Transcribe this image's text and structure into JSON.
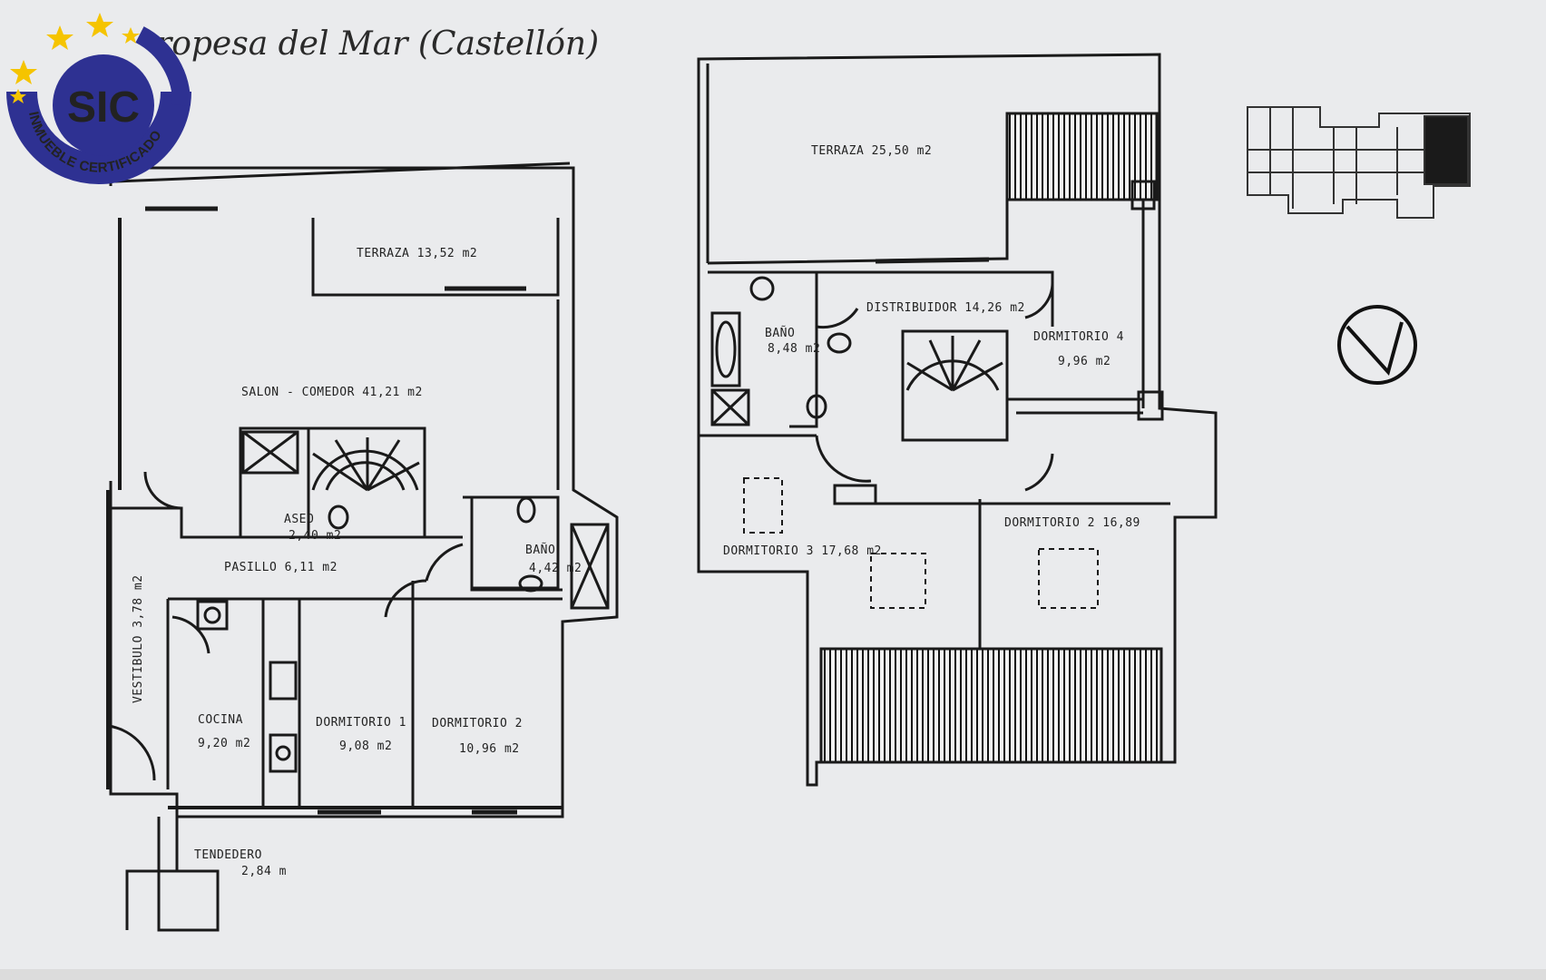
{
  "document": {
    "title": "ropesa del Mar (Castellón)"
  },
  "badge": {
    "logo_text": "SIC",
    "ring_text": "INMUEBLE CERTIFICADO",
    "accent_color": "#2e3192",
    "star_color": "#f5c400"
  },
  "planta_baja": {
    "terraza": "TERRAZA   13,52 m2",
    "salon": "SALON - COMEDOR  41,21 m2",
    "aseo_name": "ASEO",
    "aseo_area": "2,40 m2",
    "bano_name": "BAÑO",
    "bano_area": "4,42 m2",
    "pasillo": "PASILLO  6,11 m2",
    "vestibulo": "VESTIBULO  3,78 m2",
    "cocina_name": "COCINA",
    "cocina_area": "9,20 m2",
    "dorm1_name": "DORMITORIO 1",
    "dorm1_area": "9,08 m2",
    "dorm2_name": "DORMITORIO  2",
    "dorm2_area": "10,96 m2",
    "tendedero_name": "TENDEDERO",
    "tendedero_area": "2,84 m"
  },
  "planta_alta": {
    "terraza": "TERRAZA  25,50 m2",
    "distribuidor": "DISTRIBUIDOR 14,26 m2",
    "bano_name": "BAÑO",
    "bano_area": "8,48 m2",
    "dorm4_name": "DORMITORIO 4",
    "dorm4_area": "9,96 m2",
    "dorm3": "DORMITORIO 3   17,68 m2",
    "dorm2": "DORMITORIO 2 16,89"
  }
}
